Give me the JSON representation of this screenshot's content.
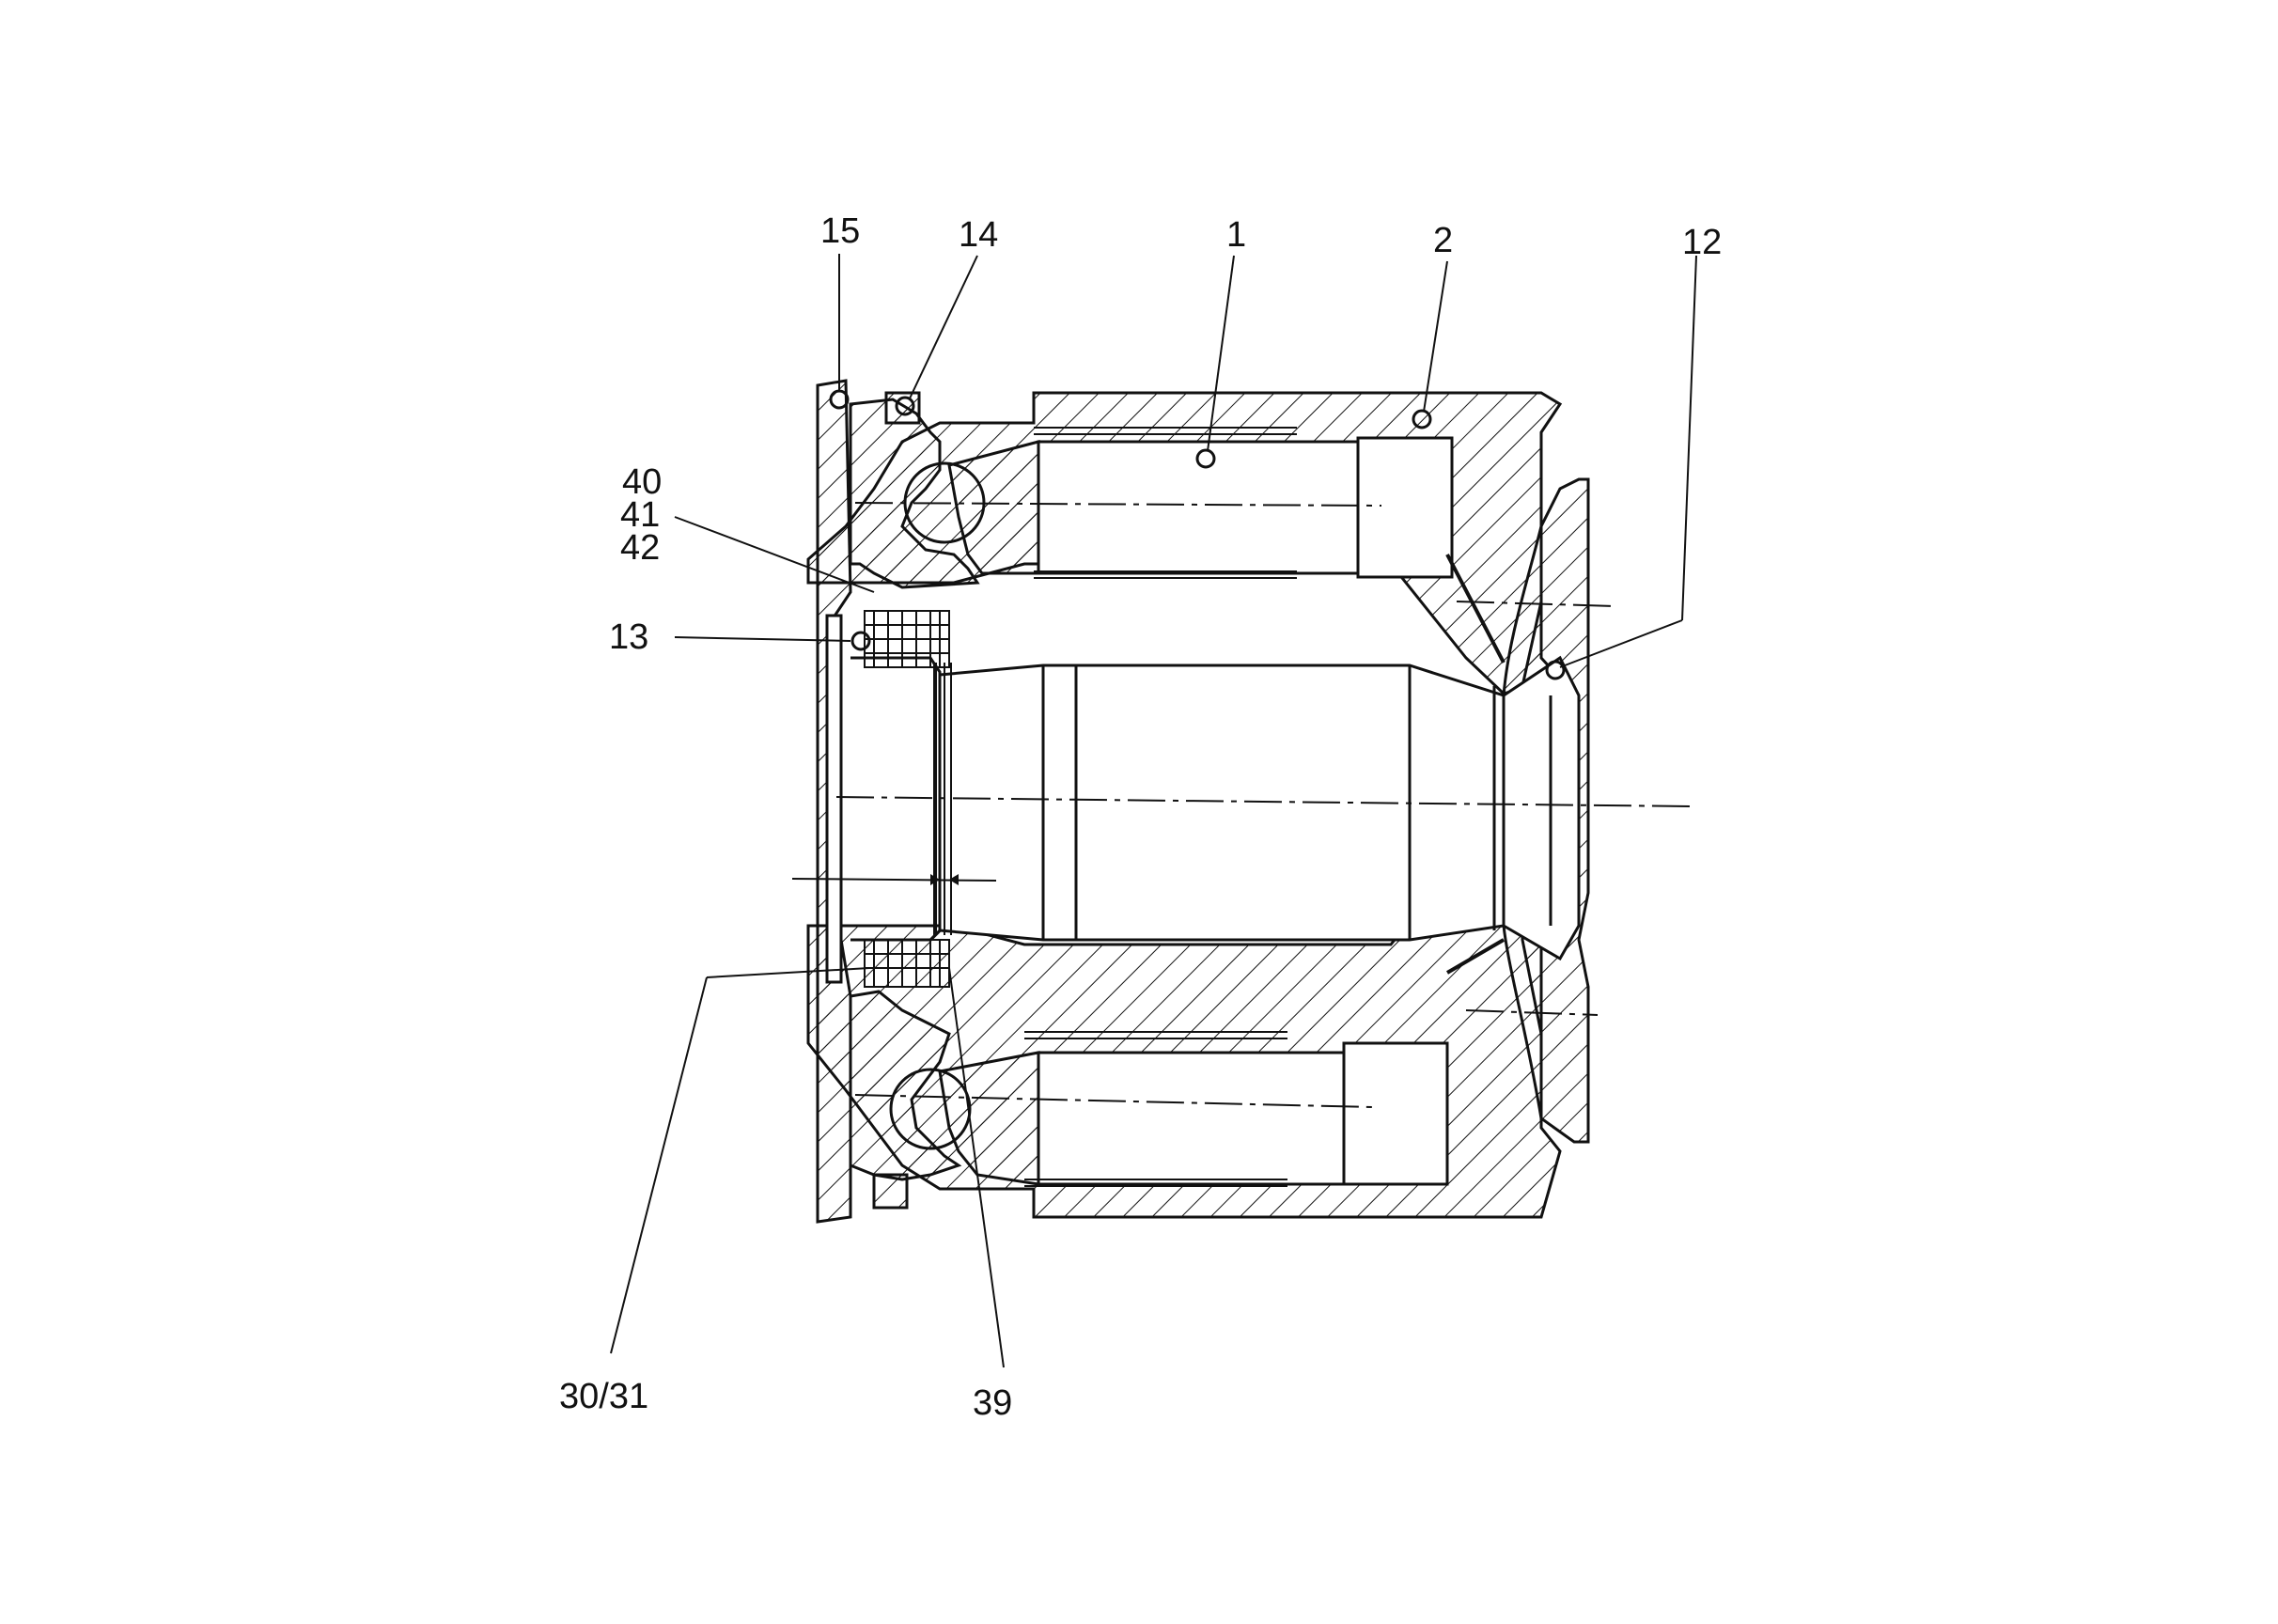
{
  "labels": {
    "l15": "15",
    "l14": "14",
    "l1": "1",
    "l2": "2",
    "l12": "12",
    "l40": "40",
    "l41": "41",
    "l42": "42",
    "l13": "13",
    "l30_31": "30/31",
    "l39": "39"
  }
}
